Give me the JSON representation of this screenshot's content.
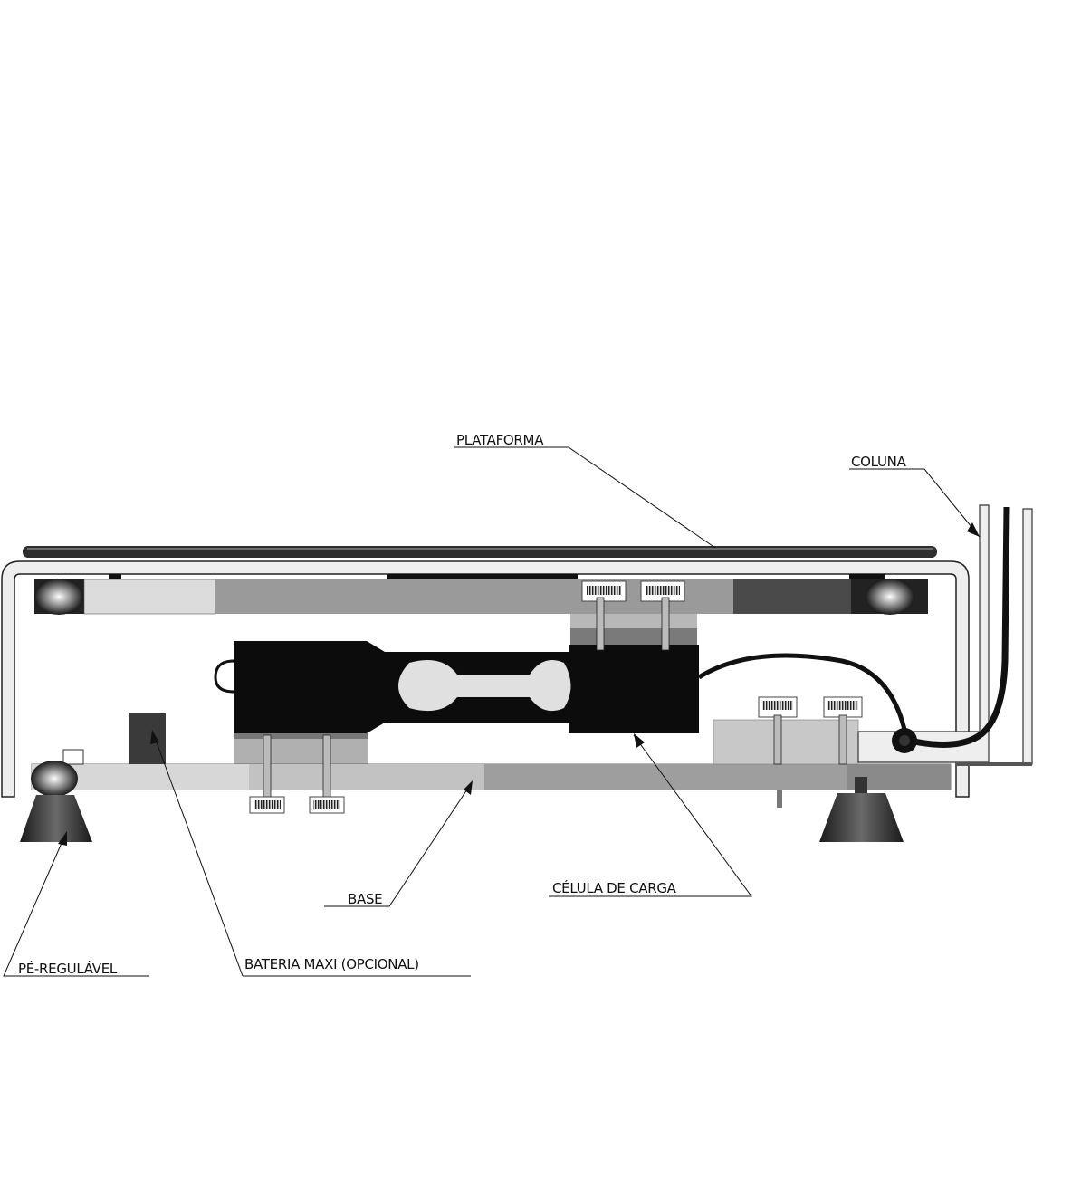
{
  "labels": {
    "plataforma": "PLATAFORMA",
    "coluna": "COLUNA",
    "base": "BASE",
    "celula_de_carga": "CÉLULA DE CARGA",
    "pe_regulavel": "PÉ-REGULÁVEL",
    "bateria": "BATERIA MAXI (OPCIONAL)"
  },
  "colors": {
    "cell_body": "#0c0c0c",
    "dark_gray": "#4a4a4a",
    "mid_gray": "#9a9a9a",
    "light_gray": "#c8c8c8",
    "frame_fill": "#eeeeee"
  }
}
